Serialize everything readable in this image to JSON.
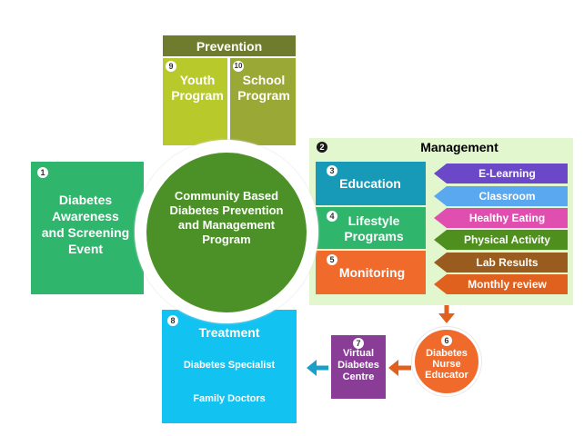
{
  "center": {
    "title": "Community Based Diabetes Prevention and Management Program"
  },
  "awareness": {
    "number": "1",
    "title": "Diabetes Awareness and Screening Event"
  },
  "prevention": {
    "header": "Prevention",
    "youth": {
      "number": "9",
      "label": "Youth Program"
    },
    "school": {
      "number": "10",
      "label": "School Program"
    }
  },
  "management": {
    "number": "2",
    "header": "Management",
    "education": {
      "number": "3",
      "label": "Education"
    },
    "lifestyle": {
      "number": "4",
      "label": "Lifestyle Programs"
    },
    "monitoring": {
      "number": "5",
      "label": "Monitoring"
    },
    "items": [
      {
        "label": "E-Learning",
        "color": "#6b48c8"
      },
      {
        "label": "Classroom",
        "color": "#5aa8ef"
      },
      {
        "label": "Healthy Eating",
        "color": "#e04fb0"
      },
      {
        "label": "Physical Activity",
        "color": "#4f8f1e"
      },
      {
        "label": "Lab Results",
        "color": "#9a5b1e"
      },
      {
        "label": "Monthly review",
        "color": "#e0601e"
      }
    ]
  },
  "nurse": {
    "number": "6",
    "label": "Diabetes Nurse Educator"
  },
  "virtual": {
    "number": "7",
    "label": "Virtual Diabetes Centre"
  },
  "treatment": {
    "number": "8",
    "header": "Treatment",
    "items": [
      "Diabetes Specialist",
      "Family Doctors"
    ]
  },
  "colors": {
    "center_green": "#4c9128",
    "awareness_green": "#2fb56c",
    "prevention_header": "#6f7c2e",
    "youth": "#b8c92c",
    "school": "#9aa935",
    "management_bg": "#e3f7cf",
    "education": "#1799b8",
    "lifestyle": "#2fb56c",
    "monitoring": "#f06a2c",
    "nurse": "#f06a2c",
    "virtual": "#8a3d97",
    "treatment": "#12c3f2",
    "arrow_orange": "#e0601e",
    "arrow_teal": "#1aa0c8"
  }
}
